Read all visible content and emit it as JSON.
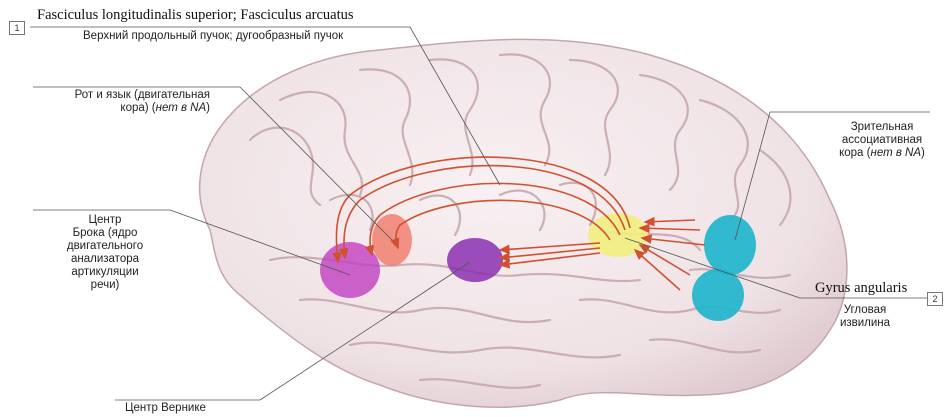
{
  "labels": {
    "fasciculus_latin": "Fasciculus longitudinalis superior; Fasciculus arcuatus",
    "fasciculus_ru": "Верхний продольный пучок; дугообразный пучок",
    "motor_cortex_line1": "Рот и язык (двигательная",
    "motor_cortex_line2_a": "кора) (",
    "motor_cortex_line2_b": "нет в NA",
    "motor_cortex_line2_c": ")",
    "broca_line1": "Центр",
    "broca_line2": "Брока (ядро",
    "broca_line3": "двигательного",
    "broca_line4": "анализатора",
    "broca_line5": "артикуляции",
    "broca_line6": "речи)",
    "wernicke": "Центр Вернике",
    "visual_line1": "Зрительная",
    "visual_line2": "ассоциативная",
    "visual_line3_a": "кора (",
    "visual_line3_b": "нет в NA",
    "visual_line3_c": ")",
    "angular_latin": "Gyrus angularis",
    "angular_line1": "Угловая",
    "angular_line2": "извилина"
  },
  "numbers": {
    "n1": "1",
    "n2": "2"
  },
  "colors": {
    "brain": "#f1e6e8",
    "sulcus": "#b89aa2",
    "broca": "#c03fc0",
    "motor": "#f08070",
    "wernicke": "#8a30b0",
    "angular": "#f2ee80",
    "visual": "#1cb4cc",
    "fiber": "#d05030"
  }
}
